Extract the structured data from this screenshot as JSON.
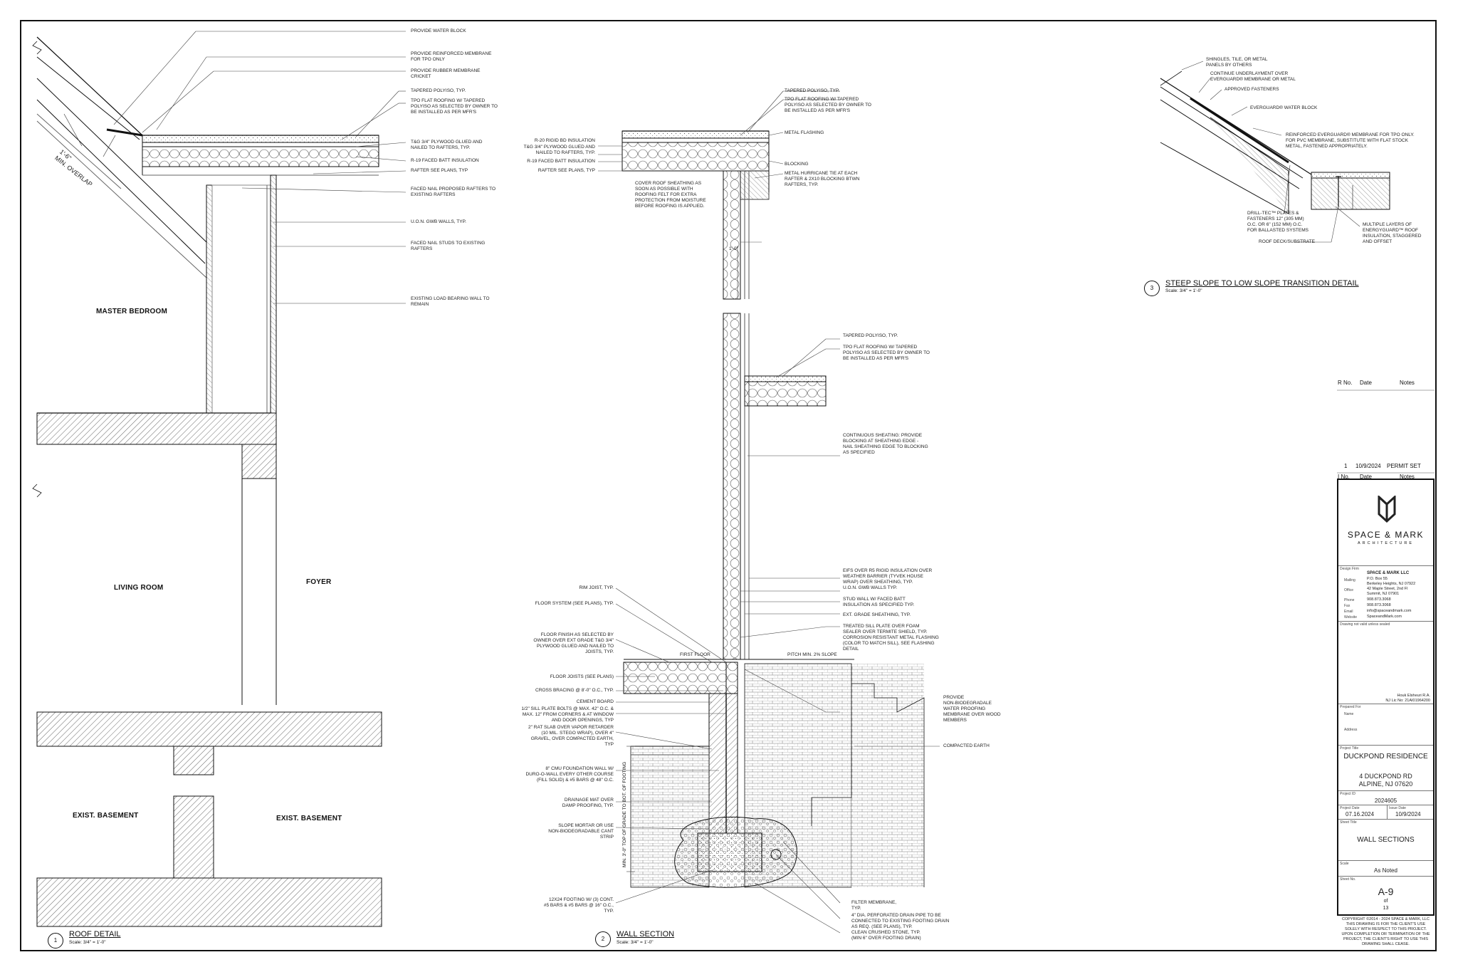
{
  "sheet": {
    "rooms": {
      "master_bedroom": "MASTER BEDROOM",
      "living_room": "LIVING ROOM",
      "foyer": "FOYER",
      "basement_left": "EXIST. BASEMENT",
      "basement_right": "EXIST. BASEMENT"
    },
    "roof_detail_notes": [
      "PROVIDE WATER BLOCK",
      "PROVIDE REINFORCED MEMBRANE\nFOR TPO ONLY",
      "PROVIDE RUBBER MEMBRANE\nCRICKET",
      "TAPERED POLYISO, TYP.",
      "TPO FLAT ROOFING W/ TAPERED\nPOLYISO AS SELECTED BY OWNER TO\nBE INSTALLED AS PER MFR'S",
      "T&G 3/4\" PLYWOOD GLUED AND\nNAILED TO RAFTERS, TYP.",
      "R-19 FACED BATT INSULATION",
      "RAFTER SEE PLANS, TYP",
      "FACED NAIL PROPOSED RAFTERS TO\nEXISTING RAFTERS",
      "U.O.N. GWB WALLS, TYP.",
      "FACED NAIL STUDS TO EXISTING\nRAFTERS",
      "EXISTING LOAD BEARING WALL TO\nREMAIN"
    ],
    "overlap_label": "1'-6\"\nMIN. OVERLAP",
    "wall_left_notes": [
      "R-20 RIGID BD INSULATION",
      "T&G 3/4\" PLYWOOD GLUED AND\nNAILED TO RAFTERS, TYP.",
      "R-19 FACED BATT INSULATION",
      "RAFTER SEE PLANS, TYP"
    ],
    "cover_note": "COVER ROOF SHEATHING AS\nSOON AS POSSIBLE WITH\nROOFING FELT FOR EXTRA\nPROTECTION FROM MOISTURE\nBEFORE ROOFING IS APPLIED.",
    "wall_top_notes": [
      "TAPERED POLYISO, TYP.",
      "TPO FLAT ROOFING W/ TAPERED\nPOLYISO AS SELECTED BY OWNER TO\nBE INSTALLED AS PER MFR'S",
      "METAL FLASHING",
      "BLOCKING",
      "METAL HURRICANE TIE AT EACH\nRAFTER & 2X10 BLOCKING BTWN\nRAFTERS, TYP."
    ],
    "dim_1ft": "1'-0\"",
    "wall_mid_notes": [
      "TAPERED POLYISO, TYP.",
      "TPO FLAT ROOFING W/ TAPERED\nPOLYISO AS SELECTED BY OWNER TO\nBE INSTALLED AS PER MFR'S",
      "CONTINUOUS SHEATING: PROVIDE\nBLOCKING AT SHEATHING EDGE -\nNAIL SHEATHING EDGE TO BLOCKING\nAS SPECIFIED"
    ],
    "wall_right_notes": [
      "EIFS OVER R5 RIGID INSULATION OVER\nWEATHER BARRIER (TYVEK HOUSE\nWRAP) OVER SHEATHING, TYP.",
      "U.O.N. GWB WALLS TYP.",
      "STUD WALL W/ FACED BATT\nINSULATION AS SPECIFIED TYP.",
      "EXT. GRADE SHEATHING, TYP.",
      "TREATED SILL PLATE OVER FOAM\nSEALER OVER TERMITE SHIELD, TYP.\nCORROSION RESISTANT METAL FLASHING\n(COLOR TO MATCH SILL), SEE FLASHING\nDETAIL",
      "PROVIDE\nNON-BIODEGRADALE\nWATER PROOFING\nMEMBRANE OVER WOOD\nMEMBERS",
      "COMPACTED EARTH"
    ],
    "wall_lower_left_notes": [
      "RIM JOIST, TYP.",
      "FLOOR SYSTEM (SEE PLANS), TYP.",
      "FLOOR FINISH AS SELECTED BY\nOWNER OVER EXT GRADE T&G 3/4\"\nPLYWOOD GLUED AND NAILED TO\nJOISTS, TYP.",
      "FLOOR JOISTS (SEE PLANS)",
      "CROSS BRACING @ 8'-0\" O.C., TYP.",
      "CEMENT BOARD",
      "1/2\" SILL PLATE BOLTS @ MAX. 42\" O.C. &\nMAX. 12\" FROM CORNERS & AT WINDOW\nAND DOOR OPENINGS, TYP",
      "2\" RAT SLAB OVER VAPOR RETARDER\n(10 MIL. STEGO WRAP), OVER 4\"\nGRAVEL, OVER COMPACTED EARTH,\nTYP",
      "8\" CMU FOUNDATION WALL W/\nDURO-O-WALL EVERY OTHER COURSE\n(FILL SOLID) & #5 BARS @ 48\" O.C.",
      "DRAINAGE MAT OVER\nDAMP PROOFING, TYP.",
      "SLOPE MORTAR OR USE\nNON-BIODEGRADABLE CANT\nSTRIP",
      "12X24 FOOTING W/ (3) CONT.\n#5 BARS & #5 BARS @ 16\" O.C.,\nTYP."
    ],
    "wall_bottom_notes": [
      "FILTER MEMBRANE,\nTYP.",
      "4\" DIA. PERFORATED DRAIN PIPE TO BE\nCONNECTED TO EXISTING FOOTING DRAIN\nAS REQ. (SEE PLANS), TYP.",
      "CLEAN CRUSHED STONE, TYP.\n(MIN 6\" OVER FOOTING DRAIN)"
    ],
    "first_floor": "FIRST FLOOR",
    "pitch": "PITCH MIN. 2% SLOPE",
    "frost_dim": "MIN. 3'-0\" TOP OF GRADE TO BOT. OF FOOTING",
    "steep_notes": [
      "SHINGLES, TILE, OR METAL\nPANELS BY OTHERS",
      "CONTINUE UNDERLAYMENT OVER\nEVERGUARD® MEMBRANE OR METAL",
      "APPROVED FASTENERS",
      "EVERGUARD® WATER BLOCK",
      "REINFORCED EVERGUARD® MEMBRANE FOR TPO ONLY.\nFOR PVC MEMBRANE, SUBSTITUTE WITH FLAT STOCK\nMETAL, FASTENED APPROPRIATELY.",
      "DRILL-TEC™ PLATES &\nFASTENERS 12\" (305 mm)\nO.C. OR 6\" (152 mm) O.C.\nFOR BALLASTED SYSTEMS",
      "MULTIPLE LAYERS OF\nENERGYGUARD™ ROOF\nINSULATION, STAGGERED\nAND OFFSET",
      "ROOF DECK/SUBSTRATE"
    ],
    "details": [
      {
        "num": "1",
        "title": "ROOF DETAIL",
        "scale": "Scale: 3/4\" = 1'-0\""
      },
      {
        "num": "2",
        "title": "WALL SECTION",
        "scale": "Scale: 3/4\" = 1'-0\""
      },
      {
        "num": "3",
        "title": "STEEP SLOPE TO LOW SLOPE TRANSITION DETAIL",
        "scale": "Scale: 3/4\" = 1'-0\""
      }
    ]
  },
  "revisions": {
    "header_top": {
      "no": "R No.",
      "date": "Date",
      "notes": "Notes"
    },
    "entry": {
      "no": "1",
      "date": "10/9/2024",
      "notes": "PERMIT SET"
    },
    "header_bottom": {
      "no": "I No.",
      "date": "Date",
      "notes": "Notes"
    }
  },
  "title_block": {
    "firm_name": "SPACE & MARK",
    "firm_sub": "ARCHITECTURE",
    "design_firm_label": "Design Firm",
    "firm_legal": "SPACE & MARK LLC",
    "mailing_label": "Mailing",
    "mailing": "P.O. Box 55\nBerkeley Heights, NJ 07922",
    "office_label": "Office",
    "office": "42 Maple Street, 2nd Fl\nSummit, NJ 07901",
    "phone_label": "Phone",
    "phone": "908.873.3068",
    "fax_label": "Fax",
    "fax": "908.873.3068",
    "email_label": "Email",
    "email": "info@spaceandmark.com",
    "website_label": "Website",
    "website": "SpaceandMark.com",
    "drawing_note": "Drawing not valid unless sealed",
    "architect": "Houk Elsheuri R.A.\nNJ Lic No: 21AI01964200",
    "prepared_for_label": "Prepared For",
    "name_label": "Name",
    "address_label": "Address",
    "project_title_label": "Project Title",
    "project_title": "DUCKPOND RESIDENCE",
    "project_address": "4 DUCKPOND RD\nALPINE, NJ 07620",
    "project_id_label": "Project ID",
    "project_id": "2024605",
    "project_date_label": "Project Date",
    "project_date": "07.16.2024",
    "issue_date_label": "Issue Date",
    "issue_date": "10/9/2024",
    "sheet_title_label": "Sheet Title",
    "sheet_title": "WALL SECTIONS",
    "scale_label": "Scale",
    "scale": "As Noted",
    "sheet_no_label": "Sheet No.",
    "sheet_no": "A-9",
    "of": "of",
    "total": "13",
    "copyright": "COPYRIGHT ©2014 - 2024 SPACE & MARK, LLC\nTHIS DRAWING IS FOR THE CLIENT'S USE\nSOLELY WITH RESPECT TO THIS PROJECT.\nUPON COMPLETION OR TERMINATION OF THE\nPROJECT, THE CLIENT'S RIGHT TO USE THIS\nDRAWING SHALL CEASE."
  }
}
